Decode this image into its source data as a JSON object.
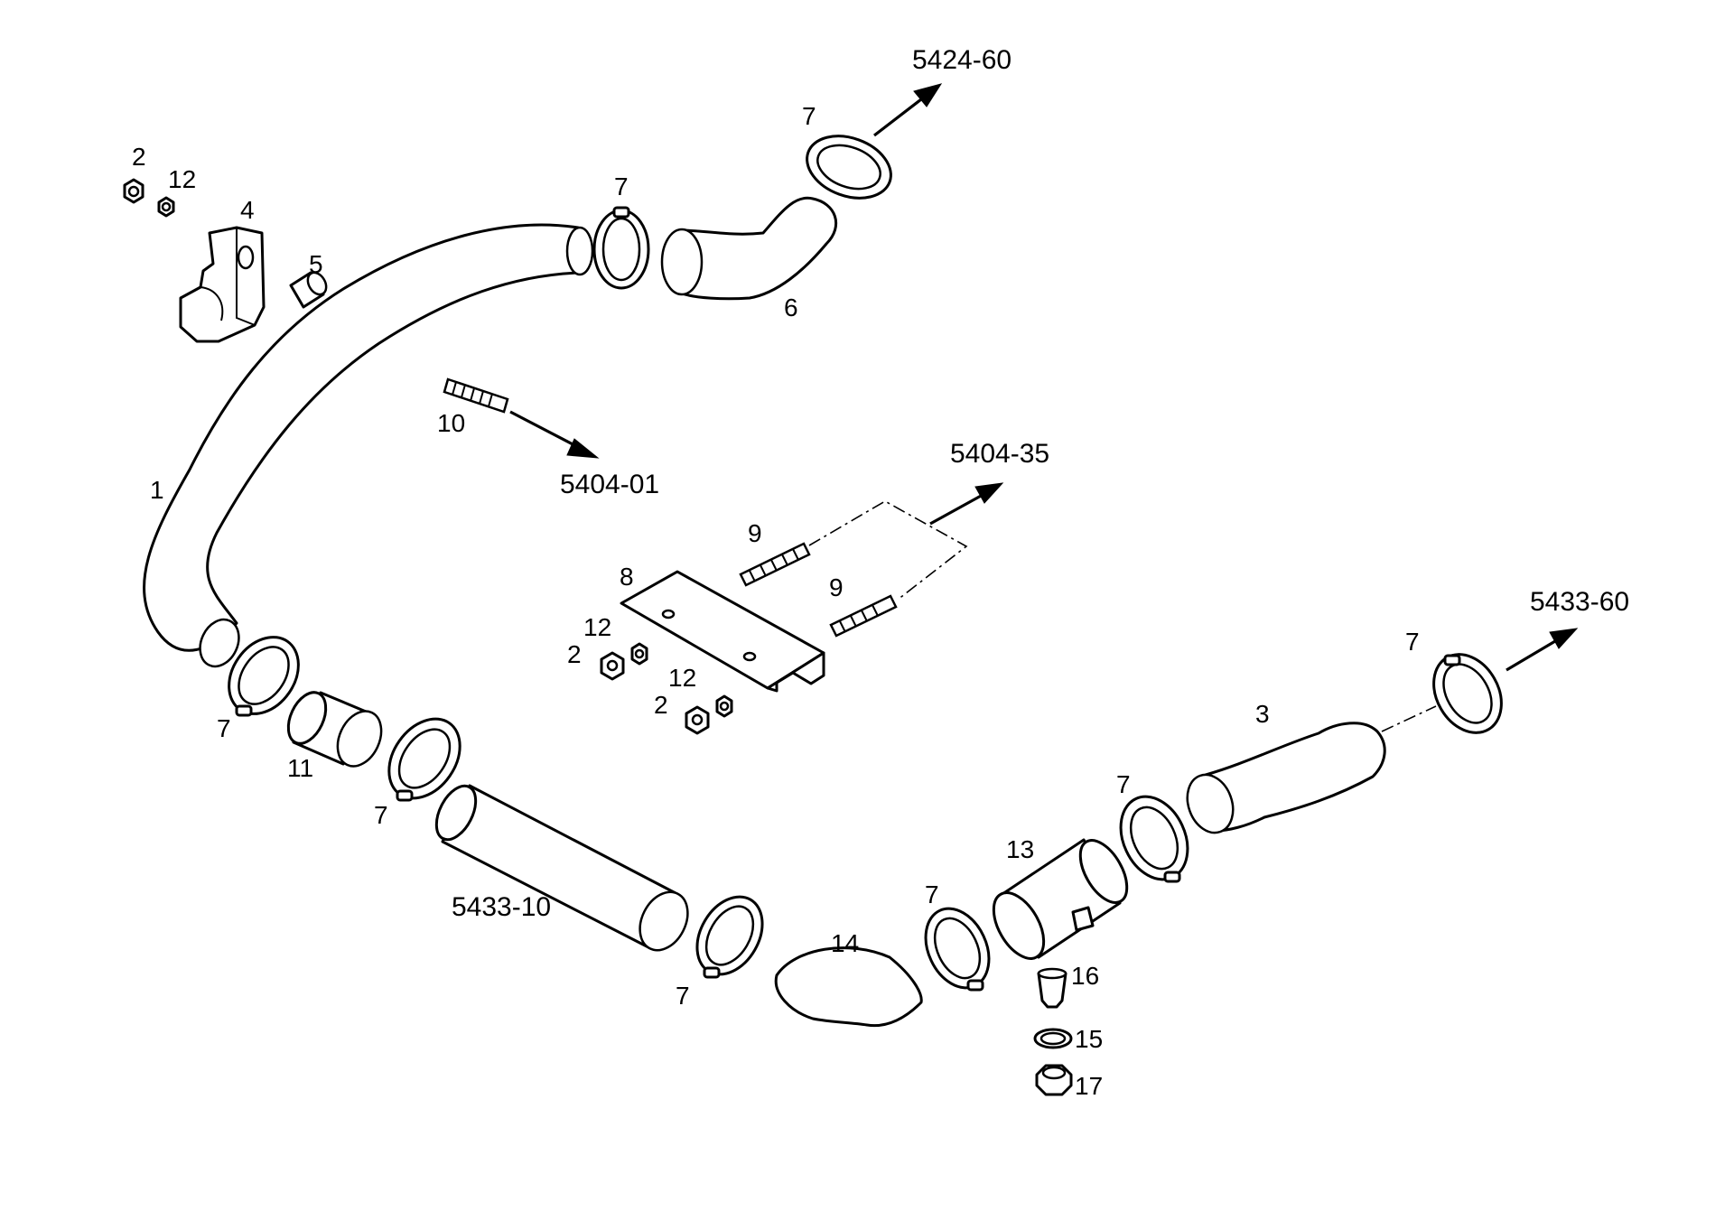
{
  "diagram": {
    "callouts": {
      "c1": "1",
      "c2_top": "2",
      "c2_mid": "2",
      "c2_low": "2",
      "c3": "3",
      "c4": "4",
      "c5": "5",
      "c6": "6",
      "c7_top_right": "7",
      "c7_top_mid": "7",
      "c7_left": "7",
      "c7_mid_left": "7",
      "c7_bottom_left": "7",
      "c7_bottom_mid": "7",
      "c7_right_mid": "7",
      "c7_far_right": "7",
      "c8": "8",
      "c9_upper": "9",
      "c9_lower": "9",
      "c10": "10",
      "c11": "11",
      "c12_top": "12",
      "c12_mid": "12",
      "c12_low": "12",
      "c13": "13",
      "c14": "14",
      "c15": "15",
      "c16": "16",
      "c17": "17"
    },
    "references": {
      "r5424_60": "5424-60",
      "r5404_01": "5404-01",
      "r5404_35": "5404-35",
      "r5433_60": "5433-60",
      "r5433_10": "5433-10"
    }
  }
}
